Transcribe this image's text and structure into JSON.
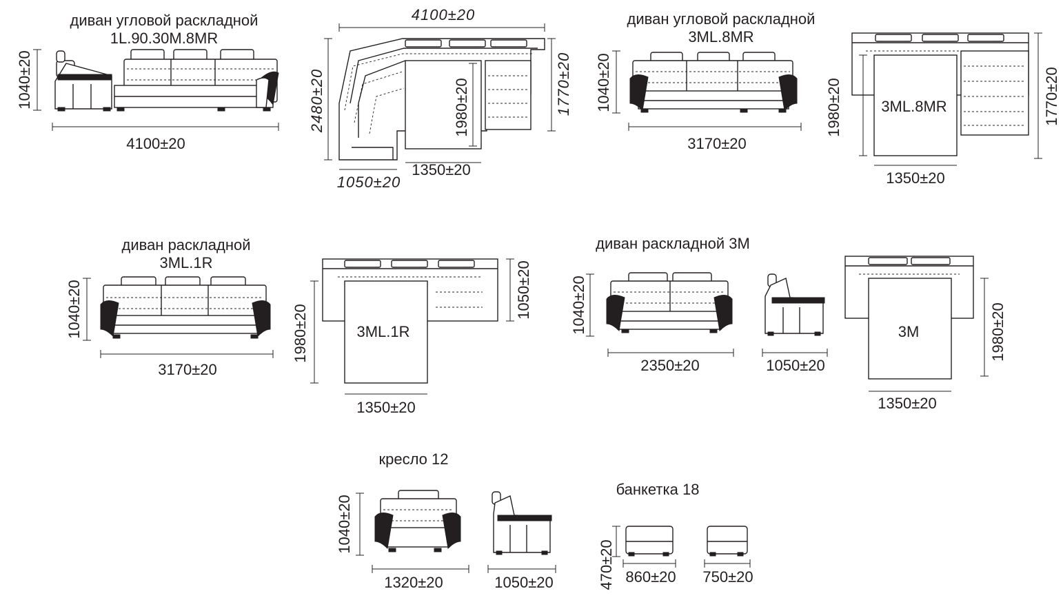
{
  "titles": {
    "t1a": "диван угловой раскладной",
    "t1b": "1L.90.30M.8MR",
    "t2a": "диван угловой раскладной",
    "t2b": "3ML.8MR",
    "t3a": "диван раскладной",
    "t3b": "3ML.1R",
    "t4": "диван раскладной 3M",
    "t5": "кресло 12",
    "t6": "банкетка 18"
  },
  "dims": {
    "d1": "4100±20",
    "d2": "1040±20",
    "d3": "4100±20",
    "d4": "2480±20",
    "d5": "1980±20",
    "d6": "1770±20",
    "d7": "1350±20",
    "d8": "1050±20",
    "d9": "1040±20",
    "d10": "3170±20",
    "d11": "1980±20",
    "d12": "1770±20",
    "d13": "1350±20",
    "d14": "1040±20",
    "d15": "3170±20",
    "d16": "1980±20",
    "d17": "1050±20",
    "d18": "1350±20",
    "d19": "1040±20",
    "d20": "2350±20",
    "d21": "1050±20",
    "d22": "1980±20",
    "d23": "1350±20",
    "d24": "1040±20",
    "d25": "1320±20",
    "d26": "1050±20",
    "d27": "470±20",
    "d28": "860±20",
    "d29": "750±20"
  },
  "beds": {
    "b1": "3ML.8MR",
    "b2": "3ML.1R",
    "b3": "3M"
  },
  "icons": {
    "front": "sofa-front-view-icon",
    "side": "sofa-side-view-icon",
    "plan": "sofa-top-view-icon"
  }
}
